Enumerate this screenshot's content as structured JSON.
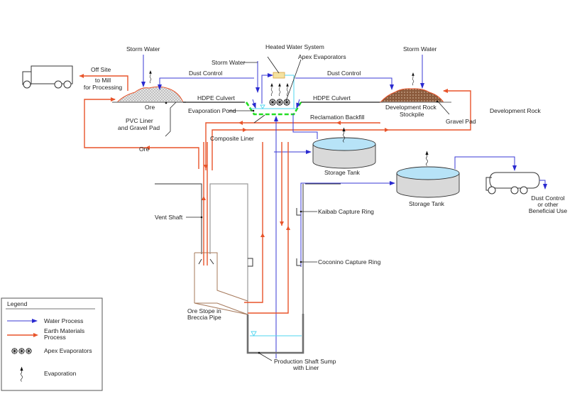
{
  "diagram": {
    "type": "process flow diagram",
    "colors": {
      "water_process": "#2a2ad0",
      "earth_materials_process": "#e8542a",
      "composite_liner": "#22dd22",
      "water_surface": "#4fd5ef",
      "ore_pile_outline": "#e8542a",
      "dev_rock_fill": "#8b5a3c",
      "tank_water": "#b7e3f7",
      "tank_body": "#d9d9d9",
      "heater": "#f4e2a0"
    },
    "labels": {
      "storm_water_left": "Storm Water",
      "storm_water_center": "Storm Water",
      "storm_water_right": "Storm Water",
      "heated_water_system": "Heated Water System",
      "apex_evaporators": "Apex Evaporators",
      "dust_control_left": "Dust Control",
      "dust_control_right": "Dust Control",
      "hdpe_culvert_left": "HDPE Culvert",
      "hdpe_culvert_right": "HDPE Culvert",
      "off_site": "Off Site",
      "to_mill_1": "to Mill",
      "to_mill_2": "for Processing",
      "ore_pile": "Ore",
      "pvc_liner_1": "PVC Liner",
      "pvc_liner_2": "and Gravel Pad",
      "evaporation_pond": "Evaporation Pond",
      "composite_liner": "Composite Liner",
      "reclamation_backfill": "Reclamation Backfill",
      "dev_rock_stockpile_1": "Development Rock",
      "dev_rock_stockpile_2": "Stockpile",
      "gravel_pad": "Gravel Pad",
      "development_rock": "Development Rock",
      "ore_return": "Ore",
      "storage_tank_1": "Storage Tank",
      "storage_tank_2": "Storage Tank",
      "dust_control_use_1": "Dust Control",
      "dust_control_use_2": "or other",
      "dust_control_use_3": "Beneficial Use",
      "kaibab_ring": "Kaibab Capture Ring",
      "coconino_ring": "Coconino Capture Ring",
      "vent_shaft": "Vent Shaft",
      "ore_stope_1": "Ore Stope in",
      "ore_stope_2": "Breccia Pipe",
      "sump_1": "Production Shaft Sump",
      "sump_2": "with Liner"
    },
    "legend": {
      "title": "Legend",
      "items": [
        {
          "icon": "water-process-arrow",
          "label_1": "Water Process",
          "label_2": ""
        },
        {
          "icon": "earth-materials-arrow",
          "label_1": "Earth Materials",
          "label_2": "Process"
        },
        {
          "icon": "apex-evaporators-icon",
          "label_1": "Apex Evaporators",
          "label_2": ""
        },
        {
          "icon": "evaporation-icon",
          "label_1": "Evaporation",
          "label_2": ""
        }
      ]
    }
  }
}
